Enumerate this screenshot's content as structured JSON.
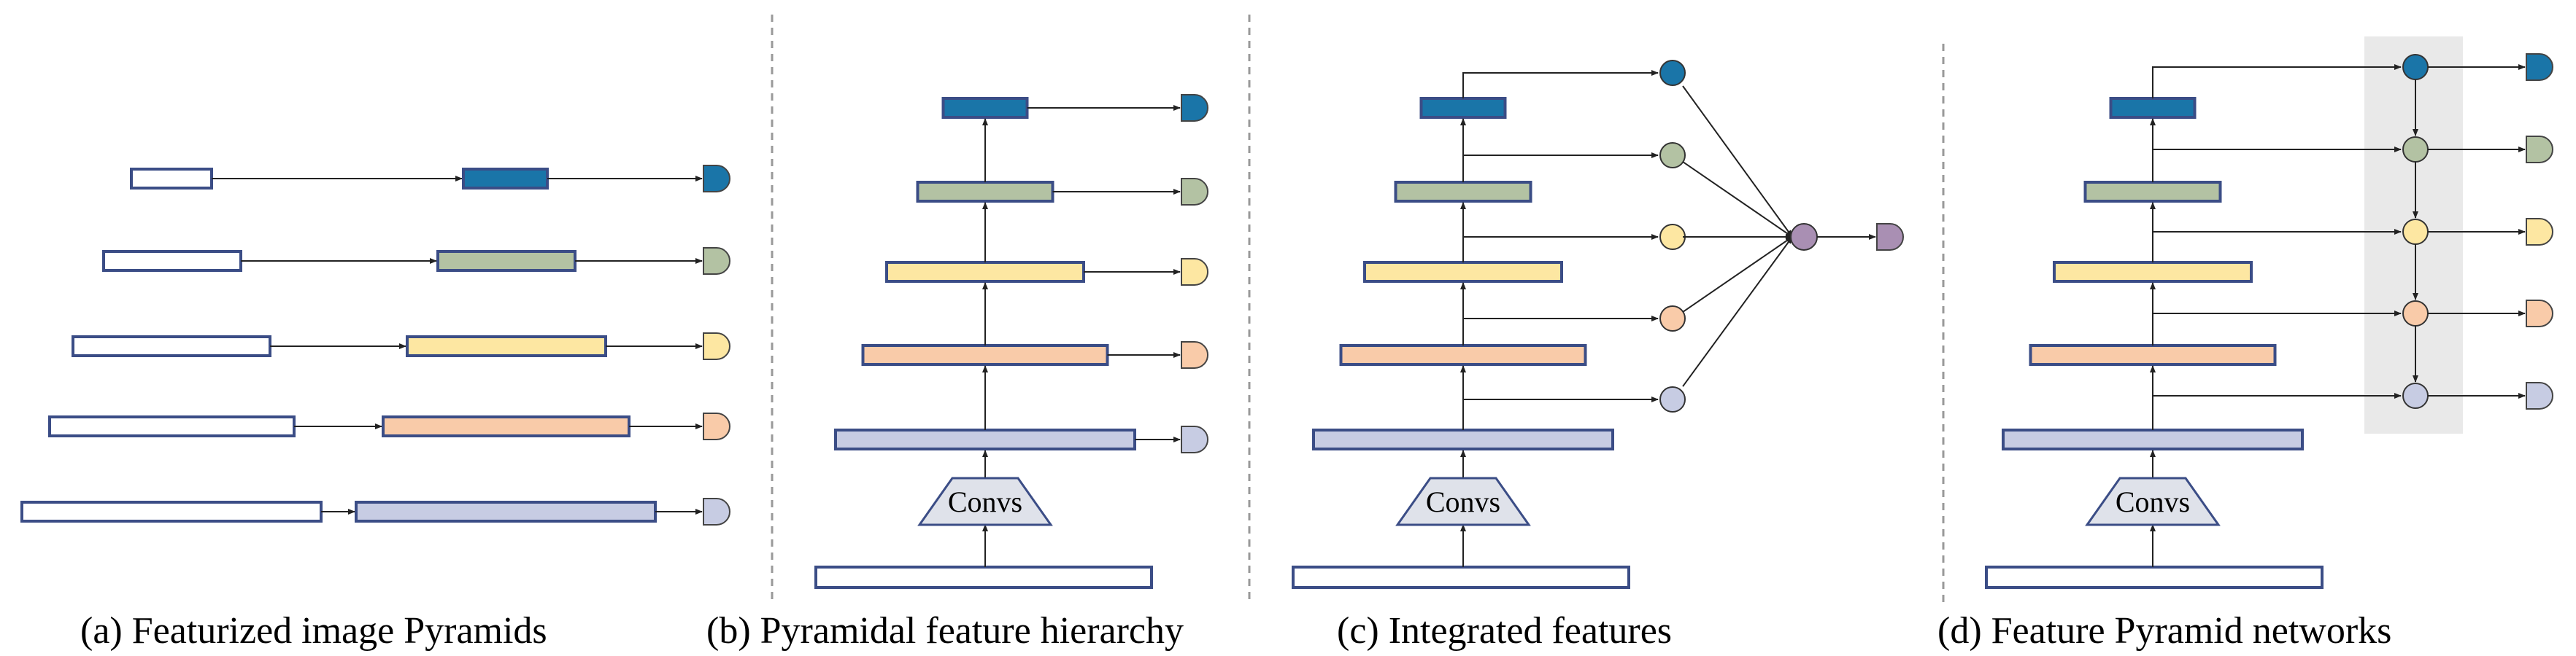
{
  "captions": {
    "a": "(a) Featurized image Pyramids",
    "b": "(b) Pyramidal feature hierarchy",
    "c": "(c) Integrated features",
    "d": "(d) Feature Pyramid networks"
  },
  "convs_label": "Convs",
  "colors": {
    "level1": "#1a75a8",
    "level2": "#b3c2a3",
    "level3": "#fde7a2",
    "level4": "#f9cba9",
    "level5": "#c7cce3",
    "border": "#3b4d86",
    "fused": "#a98fb3",
    "fpn_panel": "#e9e9e9",
    "convs_fill": "#dfe2ea",
    "arrow": "#222222"
  },
  "icons": [
    "predict-icon",
    "feature-map",
    "input-image",
    "conv-block"
  ]
}
